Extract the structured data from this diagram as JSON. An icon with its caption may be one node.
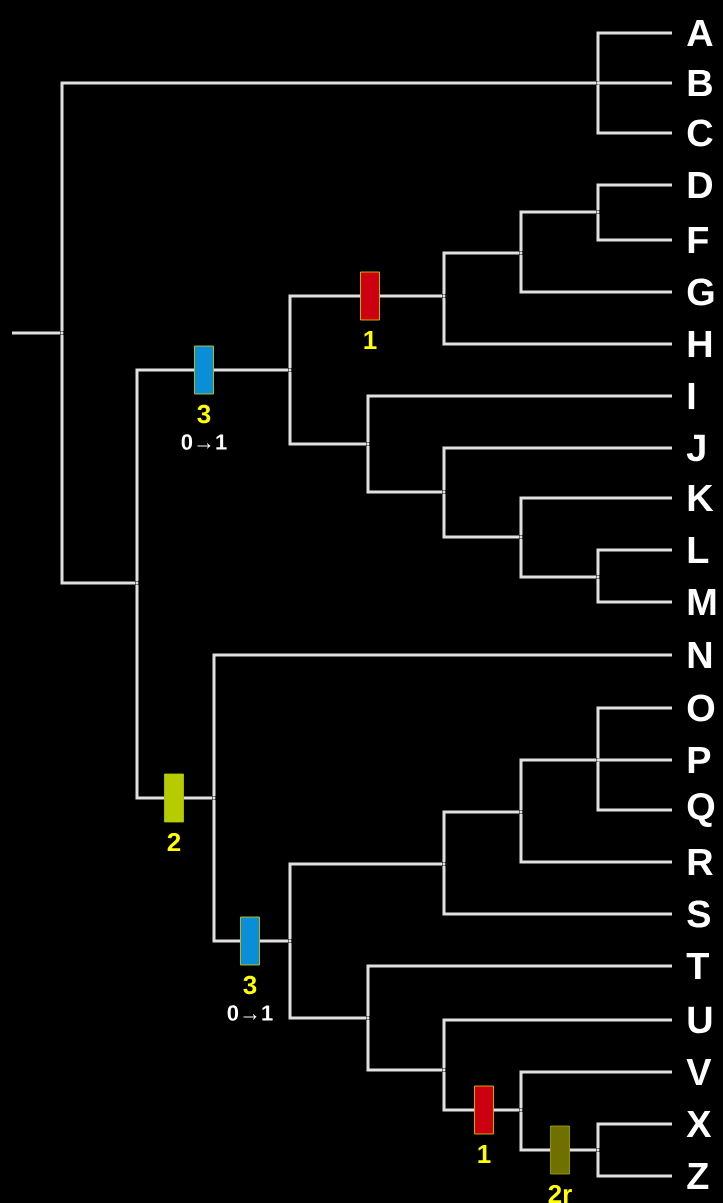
{
  "diagram": {
    "nodes": [
      {
        "text": [
          "A"
        ]
      },
      {
        "text": [
          "B"
        ]
      },
      {
        "text": [
          "C"
        ]
      },
      {
        "text": [
          "D"
        ]
      },
      {
        "text": [
          "F"
        ]
      },
      {
        "text": [
          "G"
        ]
      },
      {
        "text": [
          "H"
        ]
      },
      {
        "text": [
          "I"
        ]
      },
      {
        "text": [
          "J"
        ]
      },
      {
        "text": [
          "K"
        ]
      },
      {
        "text": [
          "L"
        ]
      },
      {
        "text": [
          "M"
        ]
      },
      {
        "text": [
          "N"
        ]
      },
      {
        "text": [
          "O"
        ]
      },
      {
        "text": [
          "P"
        ]
      },
      {
        "text": [
          "Q"
        ]
      },
      {
        "text": [
          "R"
        ]
      },
      {
        "text": [
          "S"
        ]
      },
      {
        "text": [
          "T"
        ]
      },
      {
        "text": [
          "U"
        ]
      },
      {
        "text": [
          "V"
        ]
      },
      {
        "text": [
          "X"
        ]
      },
      {
        "text": [
          "Z"
        ]
      },
      {
        "text": [],
        "shape": "point"
      },
      {
        "text": [],
        "shape": "point"
      },
      {
        "text": [],
        "shape": "point"
      },
      {
        "text": [],
        "shape": "point"
      },
      {
        "text": [],
        "shape": "point"
      },
      {
        "text": [],
        "shape": "point"
      },
      {
        "text": [],
        "shape": "point"
      },
      {
        "text": [],
        "shape": "point"
      },
      {
        "text": [],
        "shape": "point"
      },
      {
        "text": [],
        "shape": "point"
      },
      {
        "text": [],
        "shape": "point"
      },
      {
        "text": [],
        "shape": "point"
      },
      {
        "text": [],
        "shape": "point"
      },
      {
        "text": [],
        "shape": "point"
      },
      {
        "text": [],
        "shape": "point"
      },
      {
        "text": [],
        "shape": "point"
      },
      {
        "text": [],
        "shape": "point"
      },
      {
        "text": [],
        "shape": "point"
      },
      {
        "text": [],
        "shape": "point"
      },
      {
        "text": [],
        "shape": "point"
      },
      {
        "text": [],
        "shape": "bar",
        "beside": [
          "3",
          "0→1"
        ]
      },
      {
        "text": [],
        "shape": "bar",
        "beside": [
          "1"
        ]
      },
      {
        "text": [],
        "shape": "bar",
        "beside": [
          "2"
        ]
      },
      {
        "text": [],
        "shape": "bar",
        "beside": [
          "3",
          "0→1"
        ]
      },
      {
        "text": [],
        "shape": "bar",
        "beside": [
          "1"
        ]
      },
      {
        "text": [],
        "shape": "bar",
        "beside": [
          "2r"
        ]
      }
    ],
    "edges": [
      {
        "from": null,
        "to": 23,
        "arrow": "none"
      },
      {
        "from": 23,
        "to": 24,
        "arrow": "none"
      },
      {
        "from": 24,
        "to": 0,
        "arrow": "none"
      },
      {
        "from": 24,
        "to": 1,
        "arrow": "none"
      },
      {
        "from": 24,
        "to": 2,
        "arrow": "none"
      },
      {
        "from": 23,
        "to": 25,
        "arrow": "none"
      },
      {
        "from": 25,
        "to": 43,
        "arrow": "none"
      },
      {
        "from": 43,
        "to": 26,
        "arrow": "none"
      },
      {
        "from": 26,
        "to": 44,
        "arrow": "none"
      },
      {
        "from": 44,
        "to": 27,
        "arrow": "none"
      },
      {
        "from": 27,
        "to": 28,
        "arrow": "none"
      },
      {
        "from": 27,
        "to": 6,
        "arrow": "none"
      },
      {
        "from": 28,
        "to": 29,
        "arrow": "none"
      },
      {
        "from": 28,
        "to": 5,
        "arrow": "none"
      },
      {
        "from": 29,
        "to": 3,
        "arrow": "none"
      },
      {
        "from": 29,
        "to": 4,
        "arrow": "none"
      },
      {
        "from": 26,
        "to": 30,
        "arrow": "none"
      },
      {
        "from": 30,
        "to": 7,
        "arrow": "none"
      },
      {
        "from": 30,
        "to": 31,
        "arrow": "none"
      },
      {
        "from": 31,
        "to": 8,
        "arrow": "none"
      },
      {
        "from": 31,
        "to": 32,
        "arrow": "none"
      },
      {
        "from": 32,
        "to": 9,
        "arrow": "none"
      },
      {
        "from": 32,
        "to": 33,
        "arrow": "none"
      },
      {
        "from": 33,
        "to": 10,
        "arrow": "none"
      },
      {
        "from": 33,
        "to": 11,
        "arrow": "none"
      },
      {
        "from": 25,
        "to": 45,
        "arrow": "none"
      },
      {
        "from": 45,
        "to": 34,
        "arrow": "none"
      },
      {
        "from": 34,
        "to": 12,
        "arrow": "none"
      },
      {
        "from": 34,
        "to": 46,
        "arrow": "none"
      },
      {
        "from": 46,
        "to": 35,
        "arrow": "none"
      },
      {
        "from": 35,
        "to": 36,
        "arrow": "none"
      },
      {
        "from": 35,
        "to": 39,
        "arrow": "none"
      },
      {
        "from": 36,
        "to": 37,
        "arrow": "none"
      },
      {
        "from": 36,
        "to": 17,
        "arrow": "none"
      },
      {
        "from": 37,
        "to": 38,
        "arrow": "none"
      },
      {
        "from": 37,
        "to": 16,
        "arrow": "none"
      },
      {
        "from": 38,
        "to": 13,
        "arrow": "none"
      },
      {
        "from": 38,
        "to": 14,
        "arrow": "none"
      },
      {
        "from": 38,
        "to": 15,
        "arrow": "none"
      },
      {
        "from": 39,
        "to": 18,
        "arrow": "none"
      },
      {
        "from": 39,
        "to": 40,
        "arrow": "none"
      },
      {
        "from": 40,
        "to": 19,
        "arrow": "none"
      },
      {
        "from": 40,
        "to": 47,
        "arrow": "none"
      },
      {
        "from": 47,
        "to": 41,
        "arrow": "none"
      },
      {
        "from": 41,
        "to": 20,
        "arrow": "none"
      },
      {
        "from": 41,
        "to": 48,
        "arrow": "none"
      },
      {
        "from": 48,
        "to": 42,
        "arrow": "none"
      },
      {
        "from": 42,
        "to": 21,
        "arrow": "none"
      },
      {
        "from": 42,
        "to": 22,
        "arrow": "none"
      }
    ]
  }
}
